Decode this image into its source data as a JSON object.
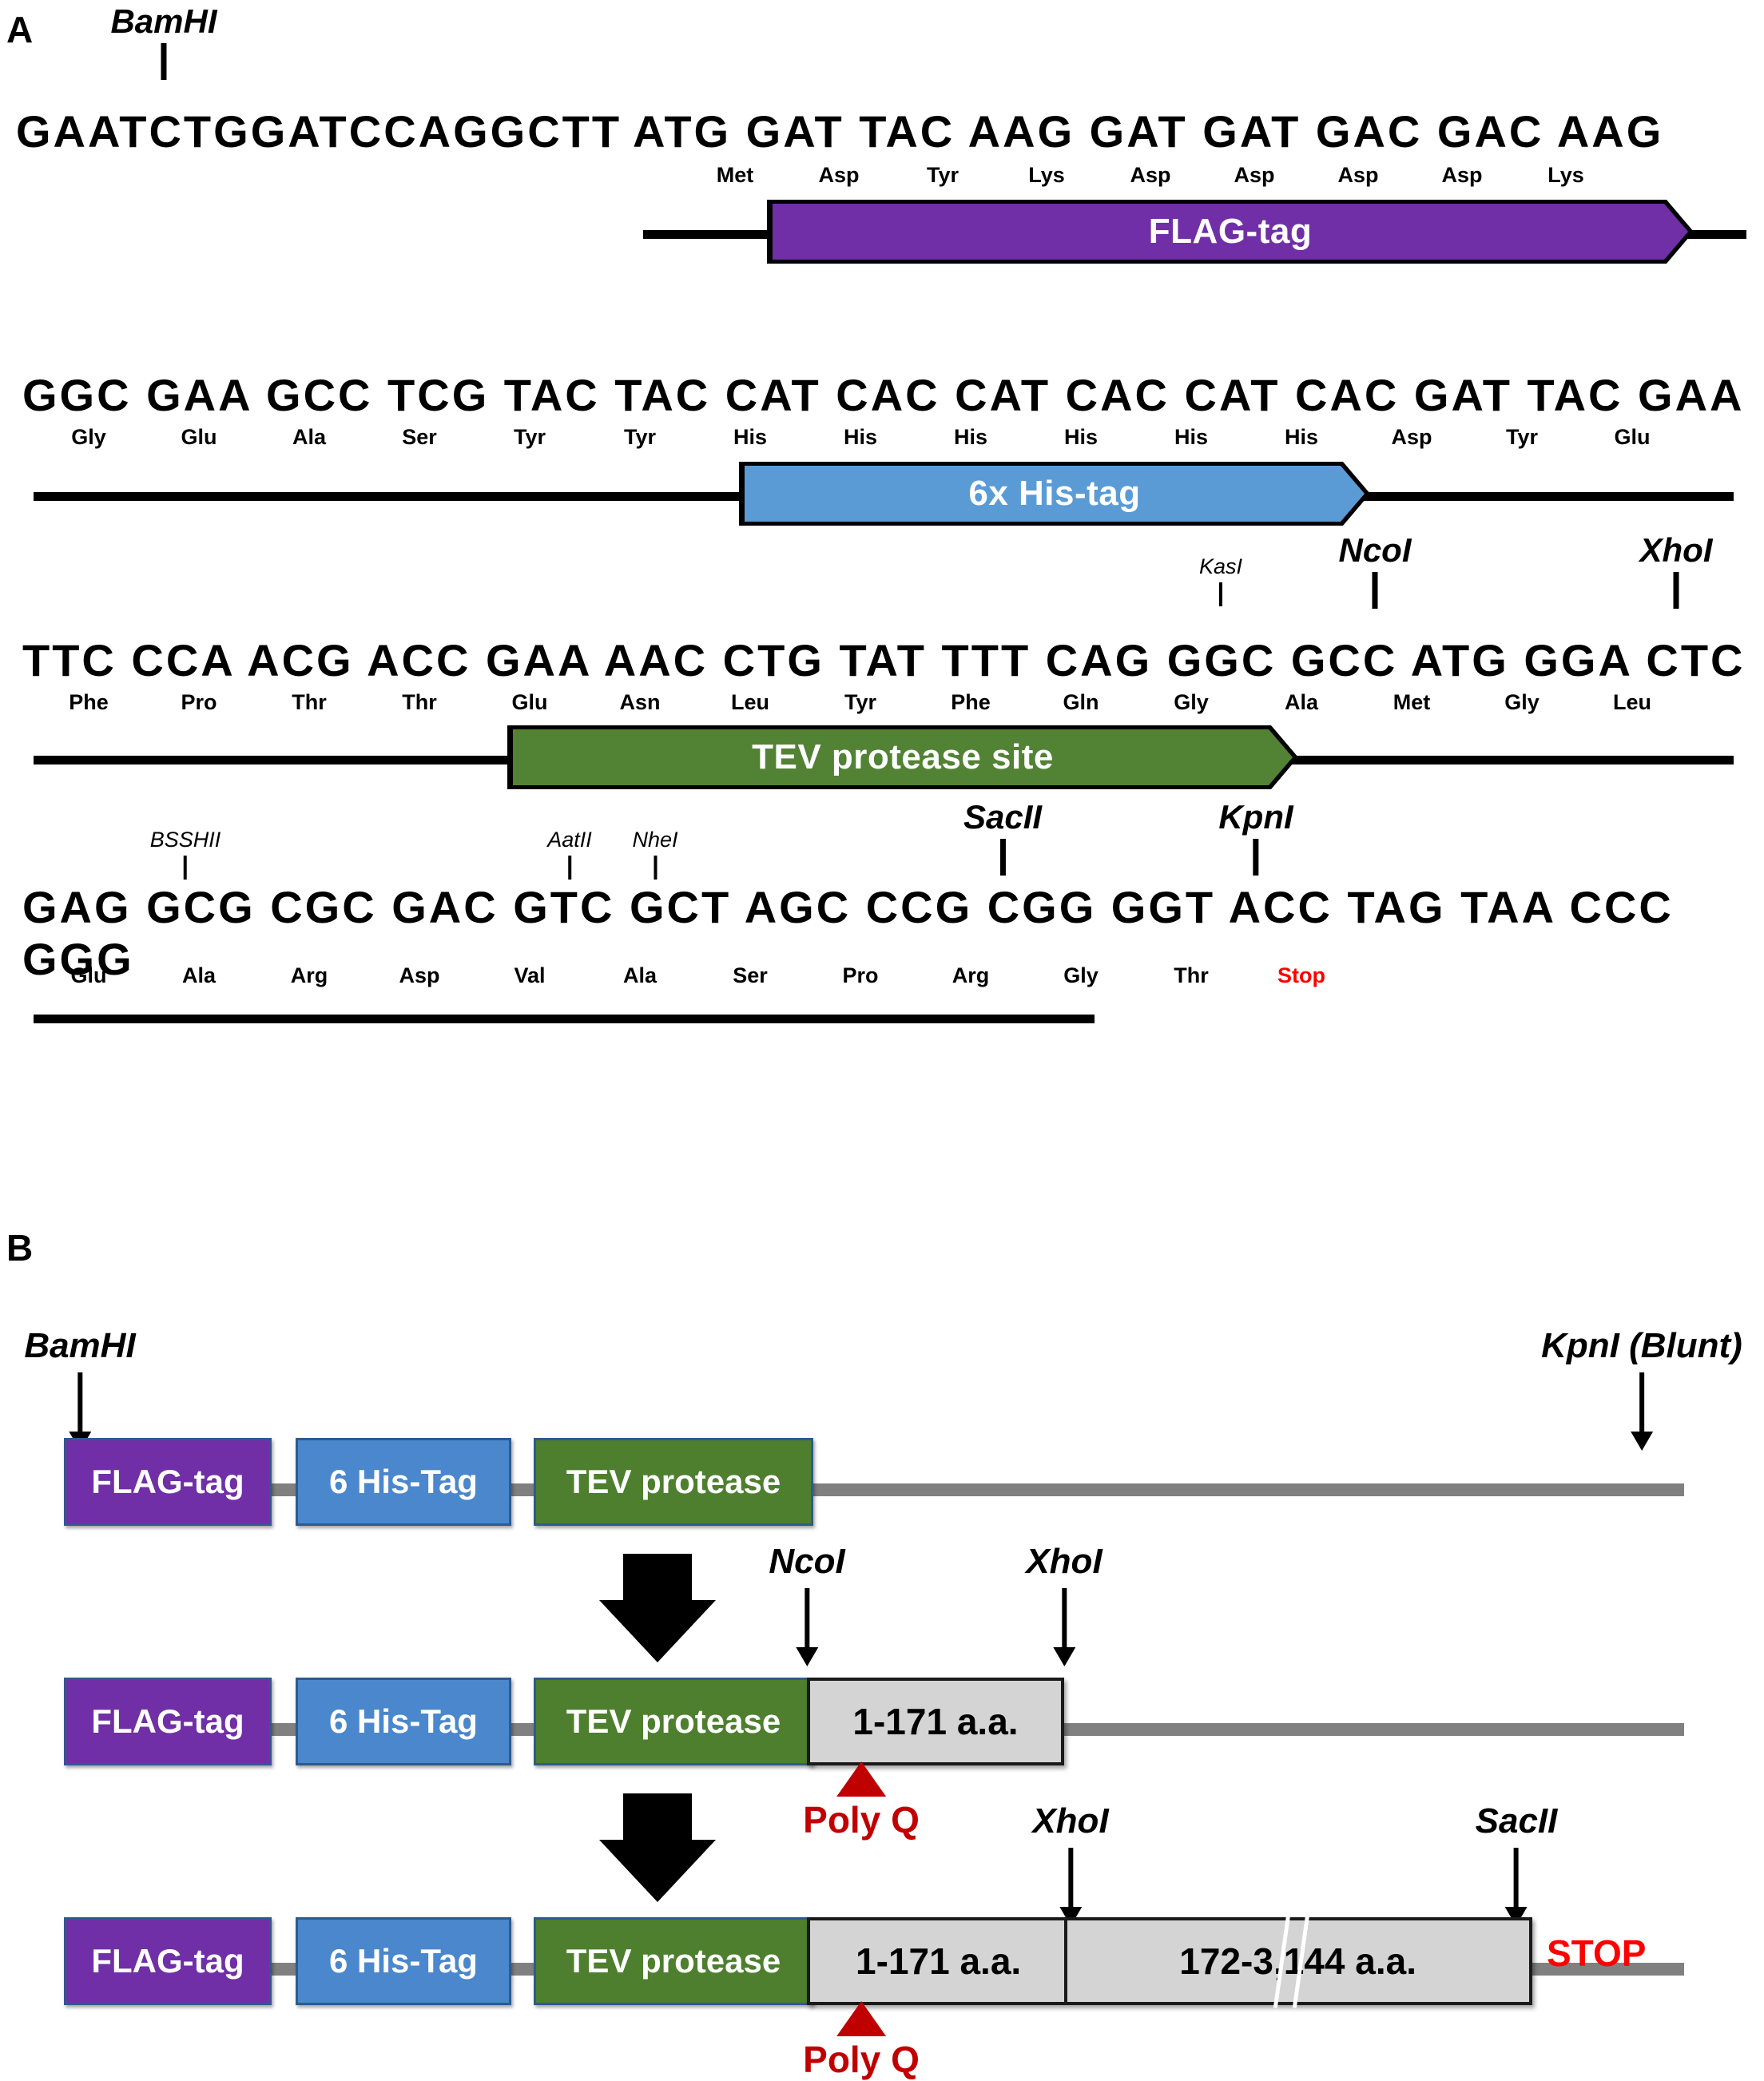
{
  "panels": {
    "a_letter": "A",
    "b_letter": "B"
  },
  "panel_a": {
    "rows": [
      {
        "id": "row1",
        "nt_prefix": "GAATCTGGATCCAGGCTT",
        "codons": [
          "ATG",
          "GAT",
          "TAC",
          "AAG",
          "GAT",
          "GAT",
          "GAC",
          "GAC",
          "AAG"
        ],
        "aa": [
          "Met",
          "Asp",
          "Tyr",
          "Lys",
          "Asp",
          "Asp",
          "Asp",
          "Asp",
          "Lys"
        ],
        "sites": [
          {
            "label": "BamHI",
            "style": "big"
          }
        ],
        "tag": {
          "label": "FLAG-tag",
          "color": "#702FA6"
        }
      },
      {
        "id": "row2",
        "nt_prefix": "",
        "codons": [
          "GGC",
          "GAA",
          "GCC",
          "TCG",
          "TAC",
          "TAC",
          "CAT",
          "CAC",
          "CAT",
          "CAC",
          "CAT",
          "CAC",
          "GAT",
          "TAC",
          "GAA"
        ],
        "aa": [
          "Gly",
          "Glu",
          "Ala",
          "Ser",
          "Tyr",
          "Tyr",
          "His",
          "His",
          "His",
          "His",
          "His",
          "His",
          "Asp",
          "Tyr",
          "Glu"
        ],
        "sites": [],
        "tag": {
          "label": "6x His-tag",
          "color": "#5B9BD5"
        }
      },
      {
        "id": "row3",
        "nt_prefix": "",
        "codons": [
          "TTC",
          "CCA",
          "ACG",
          "ACC",
          "GAA",
          "AAC",
          "CTG",
          "TAT",
          "TTT",
          "CAG",
          "GGC",
          "GCC",
          "ATG",
          "GGA",
          "CTC"
        ],
        "aa": [
          "Phe",
          "Pro",
          "Thr",
          "Thr",
          "Glu",
          "Asn",
          "Leu",
          "Tyr",
          "Phe",
          "Gln",
          "Gly",
          "Ala",
          "Met",
          "Gly",
          "Leu"
        ],
        "sites": [
          {
            "label": "KasI",
            "style": "small"
          },
          {
            "label": "NcoI",
            "style": "big"
          },
          {
            "label": "XhoI",
            "style": "big"
          }
        ],
        "tag": {
          "label": "TEV protease site",
          "color": "#528234"
        }
      },
      {
        "id": "row4",
        "nt_prefix": "",
        "codons": [
          "GAG",
          "GCG",
          "CGC",
          "GAC",
          "GTC",
          "GCT",
          "AGC",
          "CCG",
          "CGG",
          "GGT",
          "ACC",
          "TAG",
          "TAA",
          "CCC",
          "GGG"
        ],
        "aa": [
          "Glu",
          "Ala",
          "Arg",
          "Asp",
          "Val",
          "Ala",
          "Ser",
          "Pro",
          "Arg",
          "Gly",
          "Thr",
          "Stop",
          "",
          "",
          ""
        ],
        "sites": [
          {
            "label": "BSSHII",
            "style": "small"
          },
          {
            "label": "AatII",
            "style": "small"
          },
          {
            "label": "NheI",
            "style": "small"
          },
          {
            "label": "SacII",
            "style": "big"
          },
          {
            "label": "KpnI",
            "style": "big"
          }
        ],
        "tag": null
      }
    ],
    "stop_word": "Stop"
  },
  "panel_b": {
    "tags": {
      "flag": "FLAG-tag",
      "his": "6 His-Tag",
      "tev": "TEV protease"
    },
    "colors": {
      "flag": "#702FA6",
      "his": "#4A87CC",
      "tev": "#4D7F2E",
      "backbone": "#808080",
      "insert": "#D4D4D4",
      "stop": "#FF0000",
      "polyq": "#C00000"
    },
    "constructs": [
      {
        "id": "construct-1",
        "sites": [
          {
            "label": "BamHI"
          },
          {
            "label": "KpnI (Blunt)"
          }
        ],
        "inserts": []
      },
      {
        "id": "construct-2",
        "sites": [
          {
            "label": "NcoI"
          },
          {
            "label": "XhoI"
          }
        ],
        "inserts": [
          {
            "label": "1-171 a.a."
          }
        ],
        "polyq": "Poly Q"
      },
      {
        "id": "construct-3",
        "sites": [
          {
            "label": "XhoI"
          },
          {
            "label": "SacII"
          }
        ],
        "inserts": [
          {
            "label": "1-171 a.a."
          },
          {
            "label": "172-3,144 a.a."
          }
        ],
        "polyq": "Poly Q",
        "stop": "STOP"
      }
    ]
  }
}
